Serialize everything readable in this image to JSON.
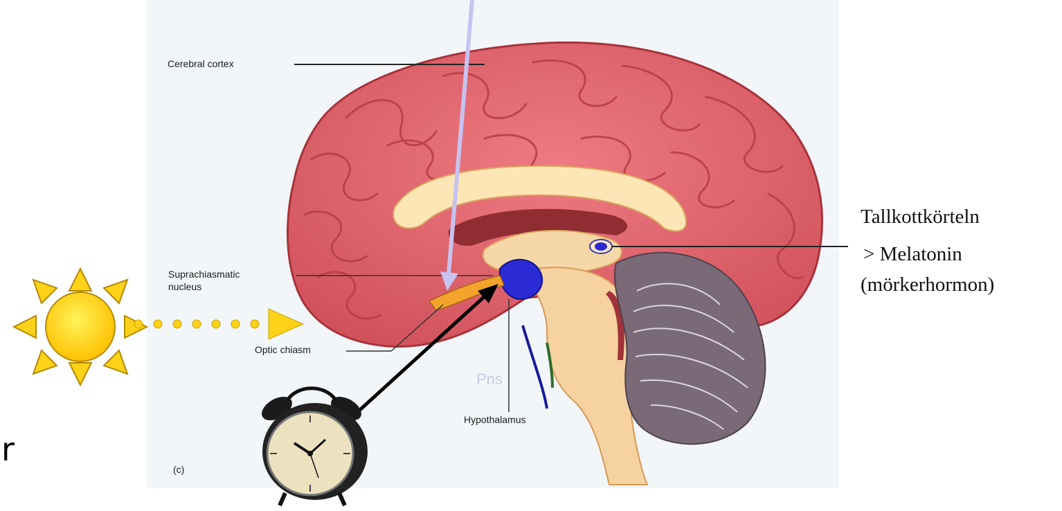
{
  "labels": {
    "cerebral_cortex": "Cerebral cortex",
    "scn_line1": "Suprachiasmatic",
    "scn_line2": "nucleus",
    "optic_chiasm": "Optic chiasm",
    "hypothalamus": "Hypothalamus",
    "pons": "Pns",
    "panel": "(c)"
  },
  "annotation": {
    "line1": "Tallkottkörteln",
    "line2": "> Melatonin",
    "line3": "(mörkerhormon)"
  },
  "edge_text": "r",
  "colors": {
    "cortex": "#e0606a",
    "cortex_dark": "#b8343c",
    "corpus_callosum": "#fde6b6",
    "brainstem": "#f5d2a0",
    "hypothalamus_blue": "#2b2bd6",
    "cerebellum": "#7a6a78",
    "sun": "#ffd21a",
    "sun_outline": "#b58a00",
    "arrow_lavender": "#c7c2f0",
    "panel_bg": "#f1f5f9"
  },
  "icons": [
    "sun-icon",
    "alarm-clock-icon"
  ]
}
